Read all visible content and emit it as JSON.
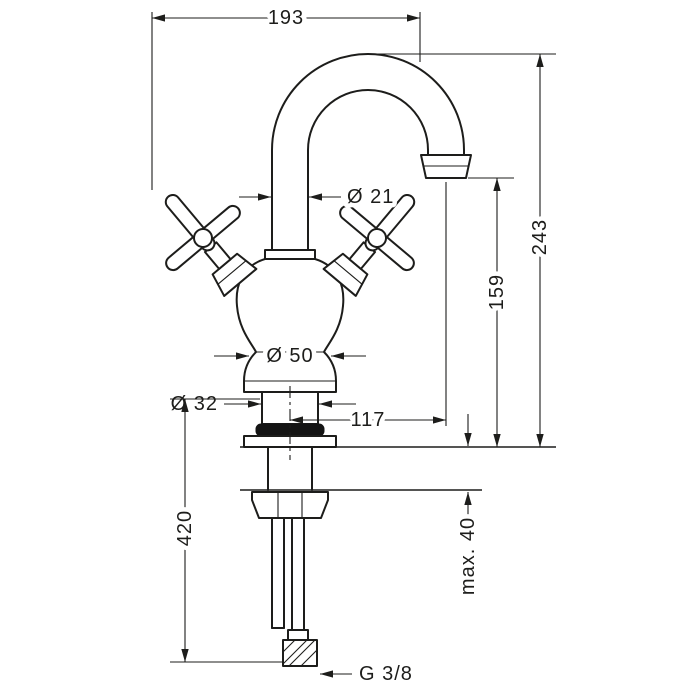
{
  "colors": {
    "line": "#1d1d1b",
    "background": "#ffffff",
    "seal_fill": "#141414"
  },
  "dimensions": {
    "total_depth": "193",
    "spout_pipe_diameter": "Ø 21",
    "body_diameter": "Ø 50",
    "shank_diameter": "Ø 32",
    "spout_reach": "117",
    "overall_height": "243",
    "spout_outlet_height": "159",
    "max_mounting_thickness": "max. 40",
    "hose_length": "420",
    "supply_connection": "G 3/8"
  }
}
